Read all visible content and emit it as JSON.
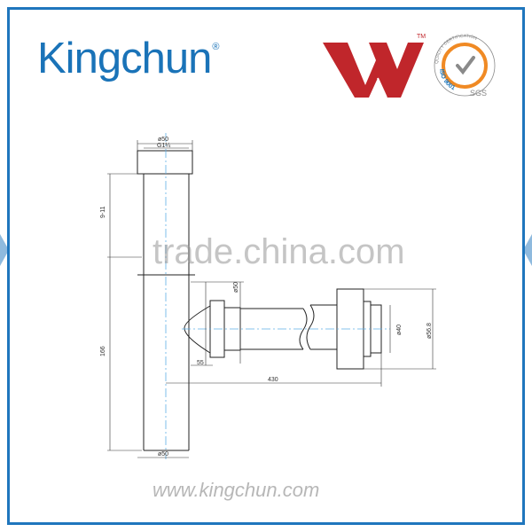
{
  "brand": {
    "name": "Kingchun",
    "registered": "®"
  },
  "logos": {
    "watermark_logo": "w-mark-logo",
    "trademark": "TM",
    "cert_ring_text": "QUALITY CERTIFICATION",
    "iso_text": "ISO 9001",
    "sgs_text": "SGS"
  },
  "drawing": {
    "dim_top_outer": "ø50",
    "dim_top_thread": "G1¼",
    "dim_height_top": "9-11",
    "dim_height": "166",
    "dim_branch_dia": "ø50",
    "dim_offset": "55",
    "dim_length": "430",
    "dim_outlet_dia": "ø40",
    "dim_flange_dia": "ø56.8",
    "dim_bottom_dia": "ø50"
  },
  "overlay": {
    "watermark_text": "trade.china.com"
  },
  "footer": {
    "website": "www.kingchun.com"
  },
  "colors": {
    "frame": "#1f76bd",
    "brand": "#1a73b8",
    "logo_red": "#c0262b",
    "cert_orange": "#f08a24"
  }
}
